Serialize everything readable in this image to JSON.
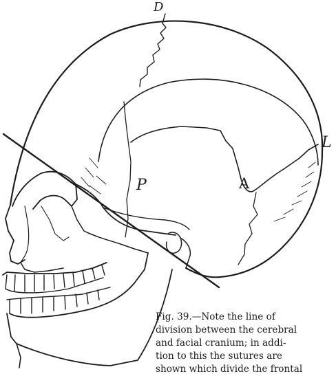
{
  "figure": {
    "labels": {
      "d": "D",
      "p": "P",
      "a": "A",
      "l": "L"
    },
    "caption_lines": [
      "Fig. 39.—Note the line of",
      "division between the cerebral",
      "and facial cranium; in addi-",
      "tion to this the sutures are",
      "shown which divide the frontal"
    ]
  },
  "colors": {
    "ink": "#1c1c1c",
    "paper": "#ffffff"
  }
}
